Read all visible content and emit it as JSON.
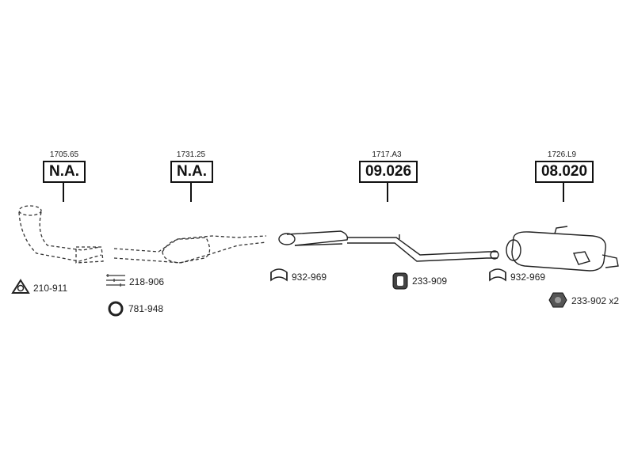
{
  "parts": [
    {
      "ref": "1705.65",
      "code": "N.A."
    },
    {
      "ref": "1731.25",
      "code": "N.A."
    },
    {
      "ref": "1717.A3",
      "code": "09.026"
    },
    {
      "ref": "1726.L9",
      "code": "08.020"
    }
  ],
  "accessories": {
    "gasket_triangle": "210-911",
    "bolt_kit": "218-906",
    "ring_gasket": "781-948",
    "clamp_front": "932-969",
    "rubber_mount": "233-909",
    "clamp_rear": "932-969",
    "hex_nut": "233-902 x2"
  }
}
